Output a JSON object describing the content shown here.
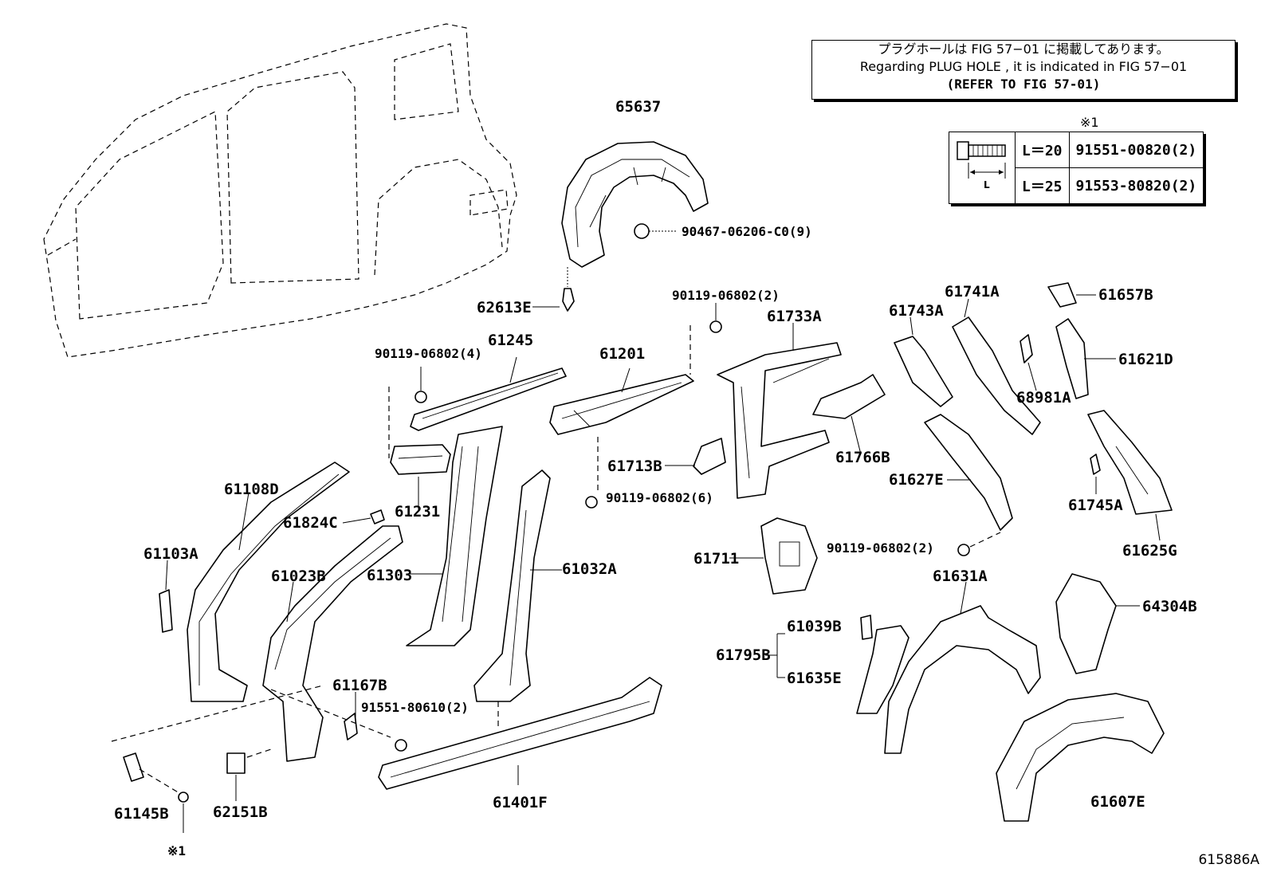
{
  "note": {
    "line1": "プラグホールは FIG 57−01 に掲載してあります。",
    "line2": "Regarding PLUG HOLE , it is indicated in FIG 57−01",
    "line3": "(REFER TO FIG 57-01)"
  },
  "bolt_table": {
    "marker": "※1",
    "dimension_label": "L",
    "rows": [
      {
        "length": "L＝20",
        "part": "91551-00820(2)"
      },
      {
        "length": "L＝25",
        "part": "91553-80820(2)"
      }
    ]
  },
  "labels": {
    "p65637": "65637",
    "p90467": "90467-06206-C0(9)",
    "p62613E": "62613E",
    "p90119_2a": "90119-06802(2)",
    "p61733A": "61733A",
    "p61743A": "61743A",
    "p61741A": "61741A",
    "p61657B": "61657B",
    "p61621D": "61621D",
    "p68981A": "68981A",
    "p90119_4": "90119-06802(4)",
    "p61245": "61245",
    "p61201": "61201",
    "p61766B": "61766B",
    "p61627E": "61627E",
    "p61713B": "61713B",
    "p90119_6": "90119-06802(6)",
    "p61745A": "61745A",
    "p61108D": "61108D",
    "p61824C": "61824C",
    "p61231": "61231",
    "p61625G": "61625G",
    "p90119_2b": "90119-06802(2)",
    "p61103A": "61103A",
    "p61711": "61711",
    "p61023B": "61023B",
    "p61303": "61303",
    "p61032A": "61032A",
    "p61631A": "61631A",
    "p64304B": "64304B",
    "p61039B": "61039B",
    "p61795B": "61795B",
    "p61635E": "61635E",
    "p61167B": "61167B",
    "p91551": "91551-80610(2)",
    "p61145B": "61145B",
    "p62151B": "62151B",
    "p61401F": "61401F",
    "p61607E": "61607E",
    "star1": "※1"
  },
  "figure_id": "615886A"
}
